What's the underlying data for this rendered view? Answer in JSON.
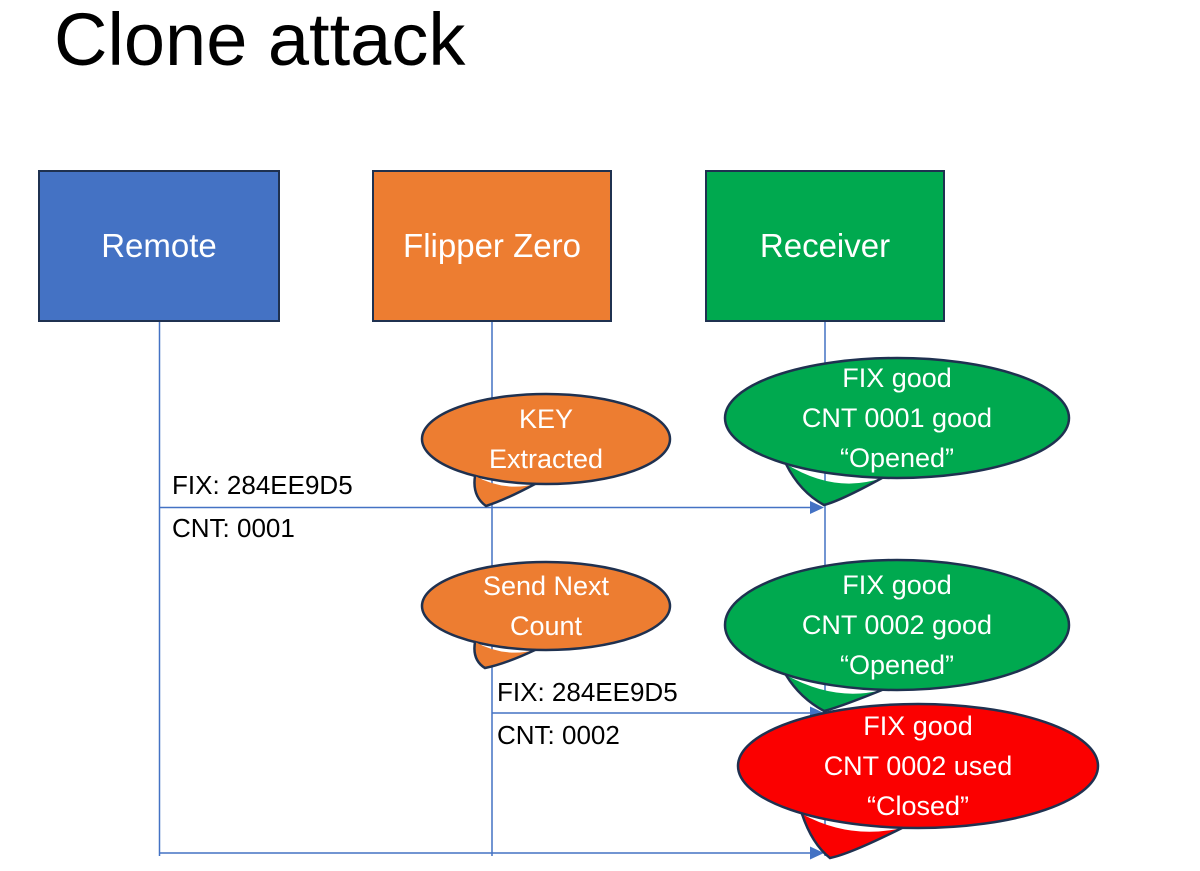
{
  "title": "Clone attack",
  "colors": {
    "blue": "#4472C4",
    "orange": "#ED7D31",
    "green": "#00A94F",
    "red": "#FB0000",
    "outline": "#1F3150",
    "connector": "#4472C4",
    "text_light": "#FFFFFF",
    "text_dark": "#000000",
    "background": "#FFFFFF"
  },
  "actors": [
    {
      "id": "remote",
      "label": "Remote",
      "color": "blue"
    },
    {
      "id": "flipper-zero",
      "label": "Flipper Zero",
      "color": "orange"
    },
    {
      "id": "receiver",
      "label": "Receiver",
      "color": "green"
    }
  ],
  "messages": [
    {
      "from": "Remote",
      "to": "Receiver",
      "fix": "FIX: 284EE9D5",
      "cnt": "CNT: 0001"
    },
    {
      "from": "Flipper Zero",
      "to": "Receiver",
      "fix": "FIX: 284EE9D5",
      "cnt": "CNT: 0002"
    },
    {
      "from": "Remote",
      "to": "Receiver"
    }
  ],
  "callouts": [
    {
      "id": "key-extracted",
      "color": "orange",
      "lines": [
        "KEY",
        "Extracted"
      ]
    },
    {
      "id": "opened-1",
      "color": "green",
      "lines": [
        "FIX good",
        "CNT 0001 good",
        "“Opened”"
      ]
    },
    {
      "id": "send-next-count",
      "color": "orange",
      "lines": [
        "Send Next",
        "Count"
      ]
    },
    {
      "id": "opened-2",
      "color": "green",
      "lines": [
        "FIX good",
        "CNT 0002 good",
        "“Opened”"
      ]
    },
    {
      "id": "closed",
      "color": "red",
      "lines": [
        "FIX good",
        "CNT 0002 used",
        "“Closed”"
      ]
    }
  ]
}
